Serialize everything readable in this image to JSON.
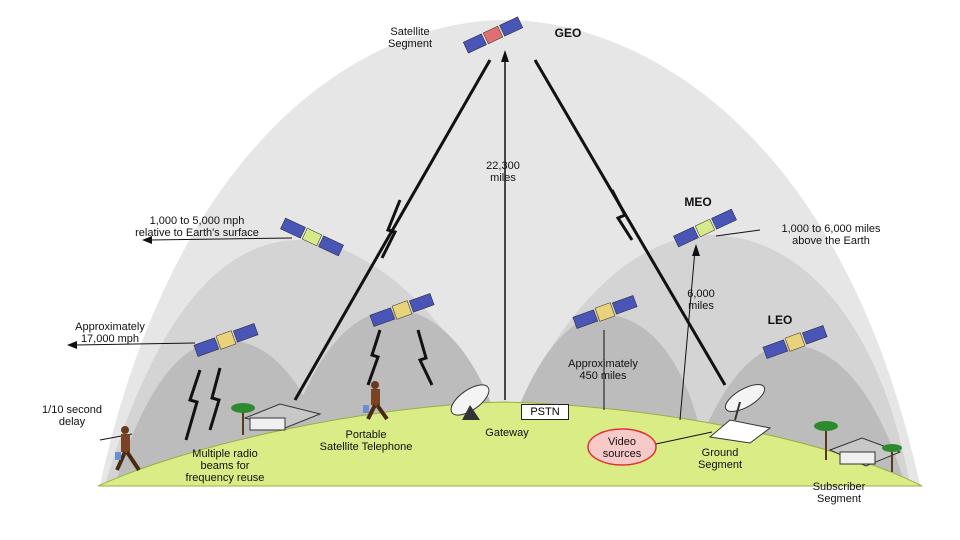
{
  "labels": {
    "satellite_segment": "Satellite\nSegment",
    "geo": "GEO",
    "meo": "MEO",
    "leo": "LEO",
    "miles_22300": "22,300\nmiles",
    "mph_1000_5000": "1,000 to 5,000 mph\nrelative to Earth's surface",
    "miles_1000_6000": "1,000 to 6,000 miles\nabove the Earth",
    "approx_17000": "Approximately\n17,000 mph",
    "miles_6000": "6,000\nmiles",
    "approx_450": "Approximately\n450 miles",
    "delay": "1/10 second\ndelay",
    "multiple_beams": "Multiple radio\nbeams for\nfrequency reuse",
    "portable_phone": "Portable\nSatellite Telephone",
    "gateway": "Gateway",
    "pstn": "PSTN",
    "video_sources": "Video\nsources",
    "ground_segment": "Ground\nSegment",
    "subscriber_segment": "Subscriber\nSegment"
  },
  "colors": {
    "outer_dome": "#e6e6e6",
    "inner_dome": "#cfcfcf",
    "small_dome": "#b9b9b9",
    "ground": "#d9ec86",
    "satellite_body": "#e8d27a",
    "satellite_panel": "#4a55b8",
    "geo_body": "#e07070",
    "meo_body": "#d7ea8a",
    "video_fill": "#f7c9c9",
    "video_stroke": "#d33"
  }
}
